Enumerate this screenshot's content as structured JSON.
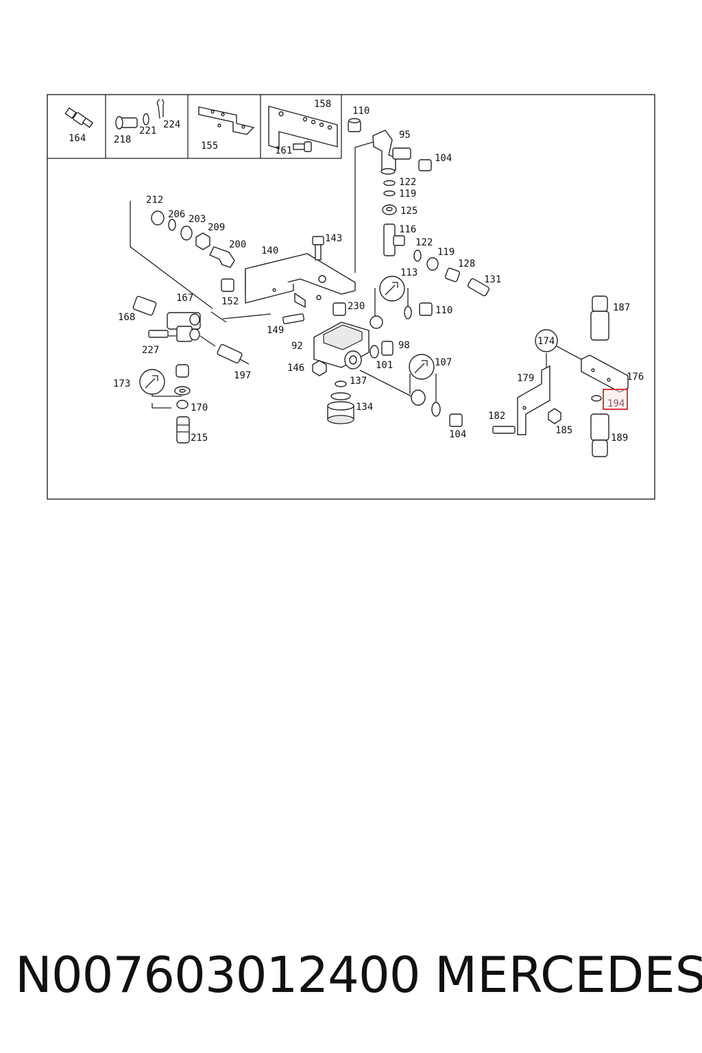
{
  "diagram": {
    "inset_callouts": {
      "c164": "164",
      "c218": "218",
      "c221": "221",
      "c224": "224",
      "c155": "155",
      "c158": "158",
      "c161": "161"
    },
    "callouts": {
      "c110a": "110",
      "c95": "95",
      "c104a": "104",
      "c122a": "122",
      "c119a": "119",
      "c125": "125",
      "c116": "116",
      "c122b": "122",
      "c119b": "119",
      "c128": "128",
      "c131": "131",
      "c143": "143",
      "c212": "212",
      "c206": "206",
      "c203": "203",
      "c209": "209",
      "c200": "200",
      "c140": "140",
      "c152": "152",
      "c113": "113",
      "c230": "230",
      "c110b": "110",
      "c167": "167",
      "c168": "168",
      "c149": "149",
      "c227": "227",
      "c92": "92",
      "c98": "98",
      "c101": "101",
      "c107": "107",
      "c146": "146",
      "c137": "137",
      "c197": "197",
      "c173": "173",
      "c170": "170",
      "c215": "215",
      "c134": "134",
      "c104b": "104",
      "c187": "187",
      "c174": "174",
      "c179": "179",
      "c176": "176",
      "c194": "194",
      "c182": "182",
      "c185": "185",
      "c189": "189"
    },
    "highlight": {
      "label": "194",
      "color": "#d9363e"
    }
  },
  "caption": {
    "part_number": "N007603012400",
    "brand": "MERCEDES"
  }
}
